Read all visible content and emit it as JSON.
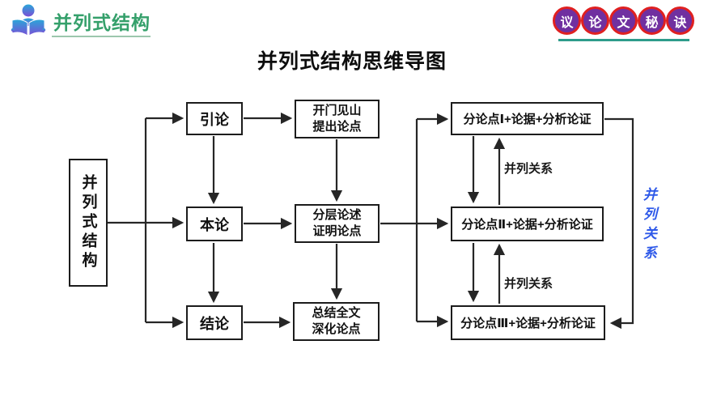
{
  "header": {
    "logo": {
      "label": "并列式结构",
      "text_color": "#35a06b"
    },
    "badge": {
      "chars": [
        "议",
        "论",
        "文",
        "秘",
        "诀"
      ],
      "circle_color": "#7030a0",
      "ring_color": "#e02020",
      "underline_color": "#2e9c8b"
    }
  },
  "title": "并列式结构思维导图",
  "diagram": {
    "root": {
      "label": "并列式结构"
    },
    "stages": [
      {
        "label": "引论",
        "method": "开门见山\n提出论点"
      },
      {
        "label": "本论",
        "method": "分层论述\n证明论点"
      },
      {
        "label": "结论",
        "method": "总结全文\n深化论点"
      }
    ],
    "subpoints": [
      {
        "label": "分论点Ⅰ+论据+分析论证"
      },
      {
        "label": "分论点Ⅱ+论据+分析论证"
      },
      {
        "label": "分论点Ⅲ+论据+分析论证"
      }
    ],
    "relation_labels": [
      "并列关系",
      "并列关系"
    ],
    "side_label": {
      "text": "并列关系",
      "color": "#2e59e9"
    }
  }
}
